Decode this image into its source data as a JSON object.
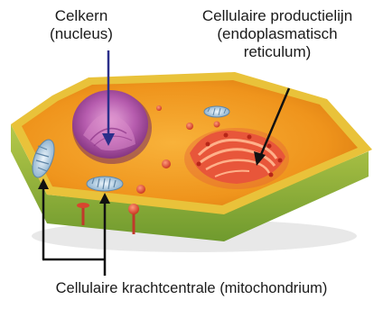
{
  "labels": {
    "nucleus": [
      "Celkern",
      "(nucleus)"
    ],
    "er": [
      "Cellulaire productielijn",
      "(endoplasmatisch",
      "reticulum)"
    ],
    "mitochondrium": "Cellulaire krachtcentrale (mitochondrium)"
  },
  "colors": {
    "cytoplasm": "#f29a1e",
    "membrane_top": "#f2c02a",
    "membrane_side": "#8fb53a",
    "nucleus": "#a54aa0",
    "er": "#e8503a",
    "mitochondrion": "#cfe3f2",
    "leader_line": "#111111",
    "nucleus_arrow": "#2b2f8a"
  }
}
